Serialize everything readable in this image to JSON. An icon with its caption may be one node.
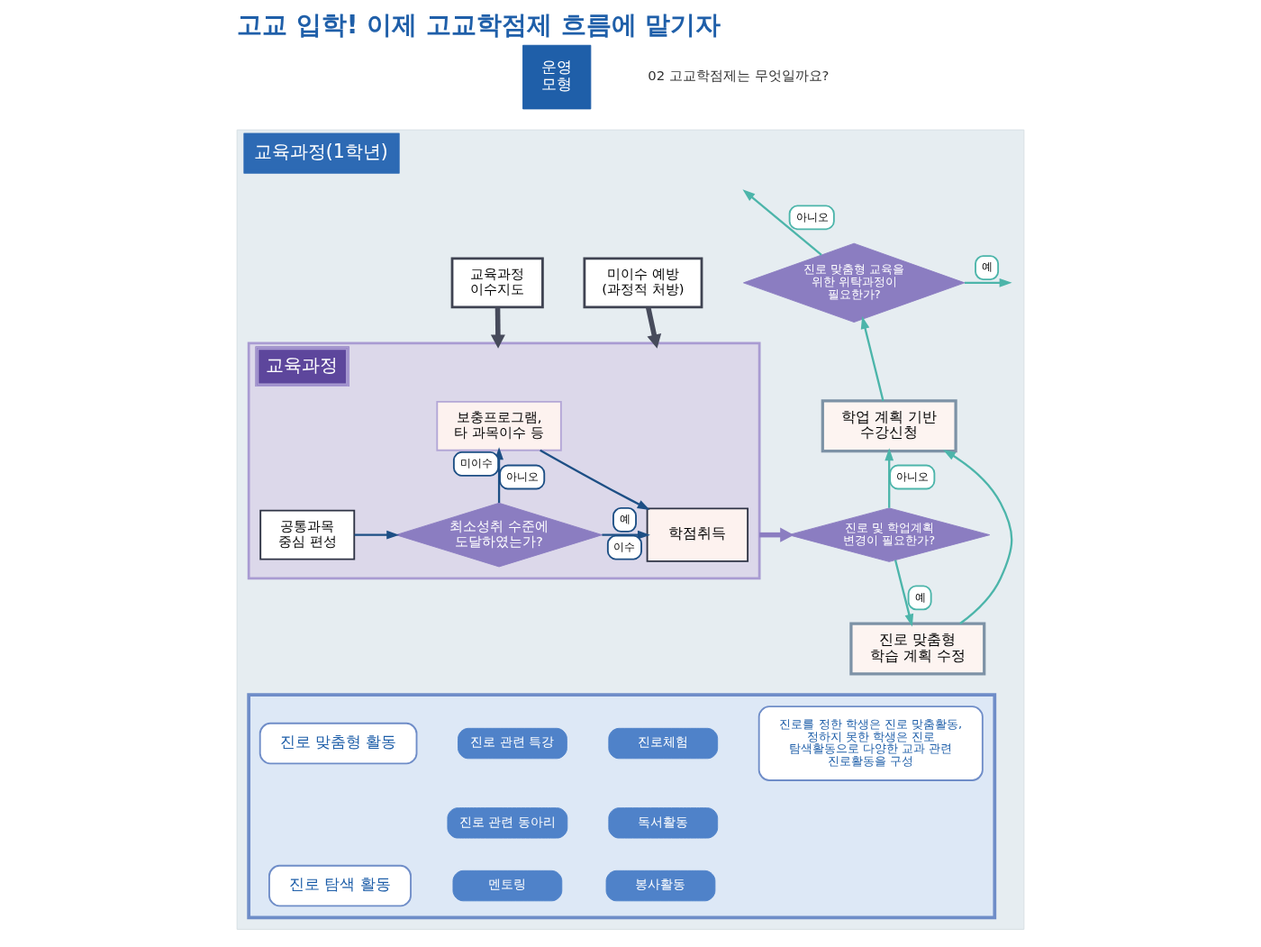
{
  "diagram": {
    "title": "고교 입학! 이제 고교학점제 흐름에 맡기자",
    "nodes": [
      {
        "text": [
          "운영 모형"
        ]
      },
      {
        "text": [
          "교육과정(1학년)"
        ]
      },
      {
        "text": [
          "교육과정 이수지도"
        ],
        "in": 1
      },
      {
        "text": [
          "미이수 예방 (과정적 처방)"
        ],
        "in": 1
      },
      {
        "text": [
          "진로 맞춤형 교육을 위한 위탁과정이 필요한가?"
        ],
        "in": 1
      },
      {
        "text": [
          "교육과정"
        ],
        "in": 1
      },
      {
        "text": [
          "보충프로그램, 타 과목이수 등"
        ],
        "in": 5
      },
      {
        "text": [
          "공통과목 중심 편성"
        ],
        "in": 5
      },
      {
        "text": [
          "최소성취 수준에 도달하였는가?"
        ],
        "in": 5
      },
      {
        "text": [
          "학점취득"
        ],
        "in": 5
      },
      {
        "text": [
          "학업 계획 기반 수강신청"
        ],
        "in": 1
      },
      {
        "text": [
          "진로 및 학업계획 변경이 필요한가?"
        ],
        "in": 1
      },
      {
        "text": [
          "진로 맞춤형 학습 계획 수정"
        ],
        "in": 1
      },
      {
        "text": [],
        "shape": "box",
        "in": 1
      },
      {
        "text": [
          "진로 맞춤형 활동"
        ],
        "in": 13
      },
      {
        "text": [
          "진로 탐색 활동"
        ],
        "in": 13
      },
      {
        "text": [
          "진로 관련 특강"
        ],
        "in": 13
      },
      {
        "text": [
          "진로체험"
        ],
        "in": 13
      },
      {
        "text": [
          "진로 관련 동아리"
        ],
        "in": 13
      },
      {
        "text": [
          "독서활동"
        ],
        "in": 13
      },
      {
        "text": [
          "멘토링"
        ],
        "in": 13
      },
      {
        "text": [
          "봉사활동"
        ],
        "in": 13
      },
      {
        "text": [
          "진로를 정한 학생은 진로 맞춤활동, 정하지 못한 학생은 진로 탐색활동으로 다양한 교과 관련 진로활동을 구성"
        ],
        "in": 13
      }
    ],
    "edges": [
      {
        "from": 2,
        "to": 5,
        "arrow": "to",
        "style": "thick",
        "color": "#474b5c"
      },
      {
        "from": 3,
        "to": 5,
        "arrow": "to",
        "style": "thick",
        "color": "#474b5c"
      },
      {
        "from": 7,
        "to": 8,
        "arrow": "to",
        "color": "#1d4f85"
      },
      {
        "from": 8,
        "to": 6,
        "arrow": "to",
        "label": "아니오",
        "color": "#1d4f85"
      },
      {
        "from": 8,
        "to": 9,
        "arrow": "to",
        "label": "예",
        "color": "#1d4f85"
      },
      {
        "from": 6,
        "to": 9,
        "arrow": "to",
        "color": "#1d4f85"
      },
      {
        "from": 5,
        "to": 11,
        "arrow": "to",
        "style": "thick",
        "color": "#8b7dc1"
      },
      {
        "from": 11,
        "to": 12,
        "arrow": "to",
        "label": "예"
      },
      {
        "from": 11,
        "to": 10,
        "arrow": "to",
        "label": "아니오"
      },
      {
        "from": 12,
        "to": 10,
        "arrow": "to"
      },
      {
        "from": 10,
        "to": 4,
        "arrow": "to"
      },
      {
        "from": 4,
        "to": null,
        "arrow": "to",
        "label": "아니오"
      },
      {
        "from": 4,
        "to": null,
        "arrow": "to",
        "label": "예"
      }
    ],
    "labels": [
      "02 고교학점제는 무엇일까요?",
      "미이수",
      "이수"
    ]
  }
}
